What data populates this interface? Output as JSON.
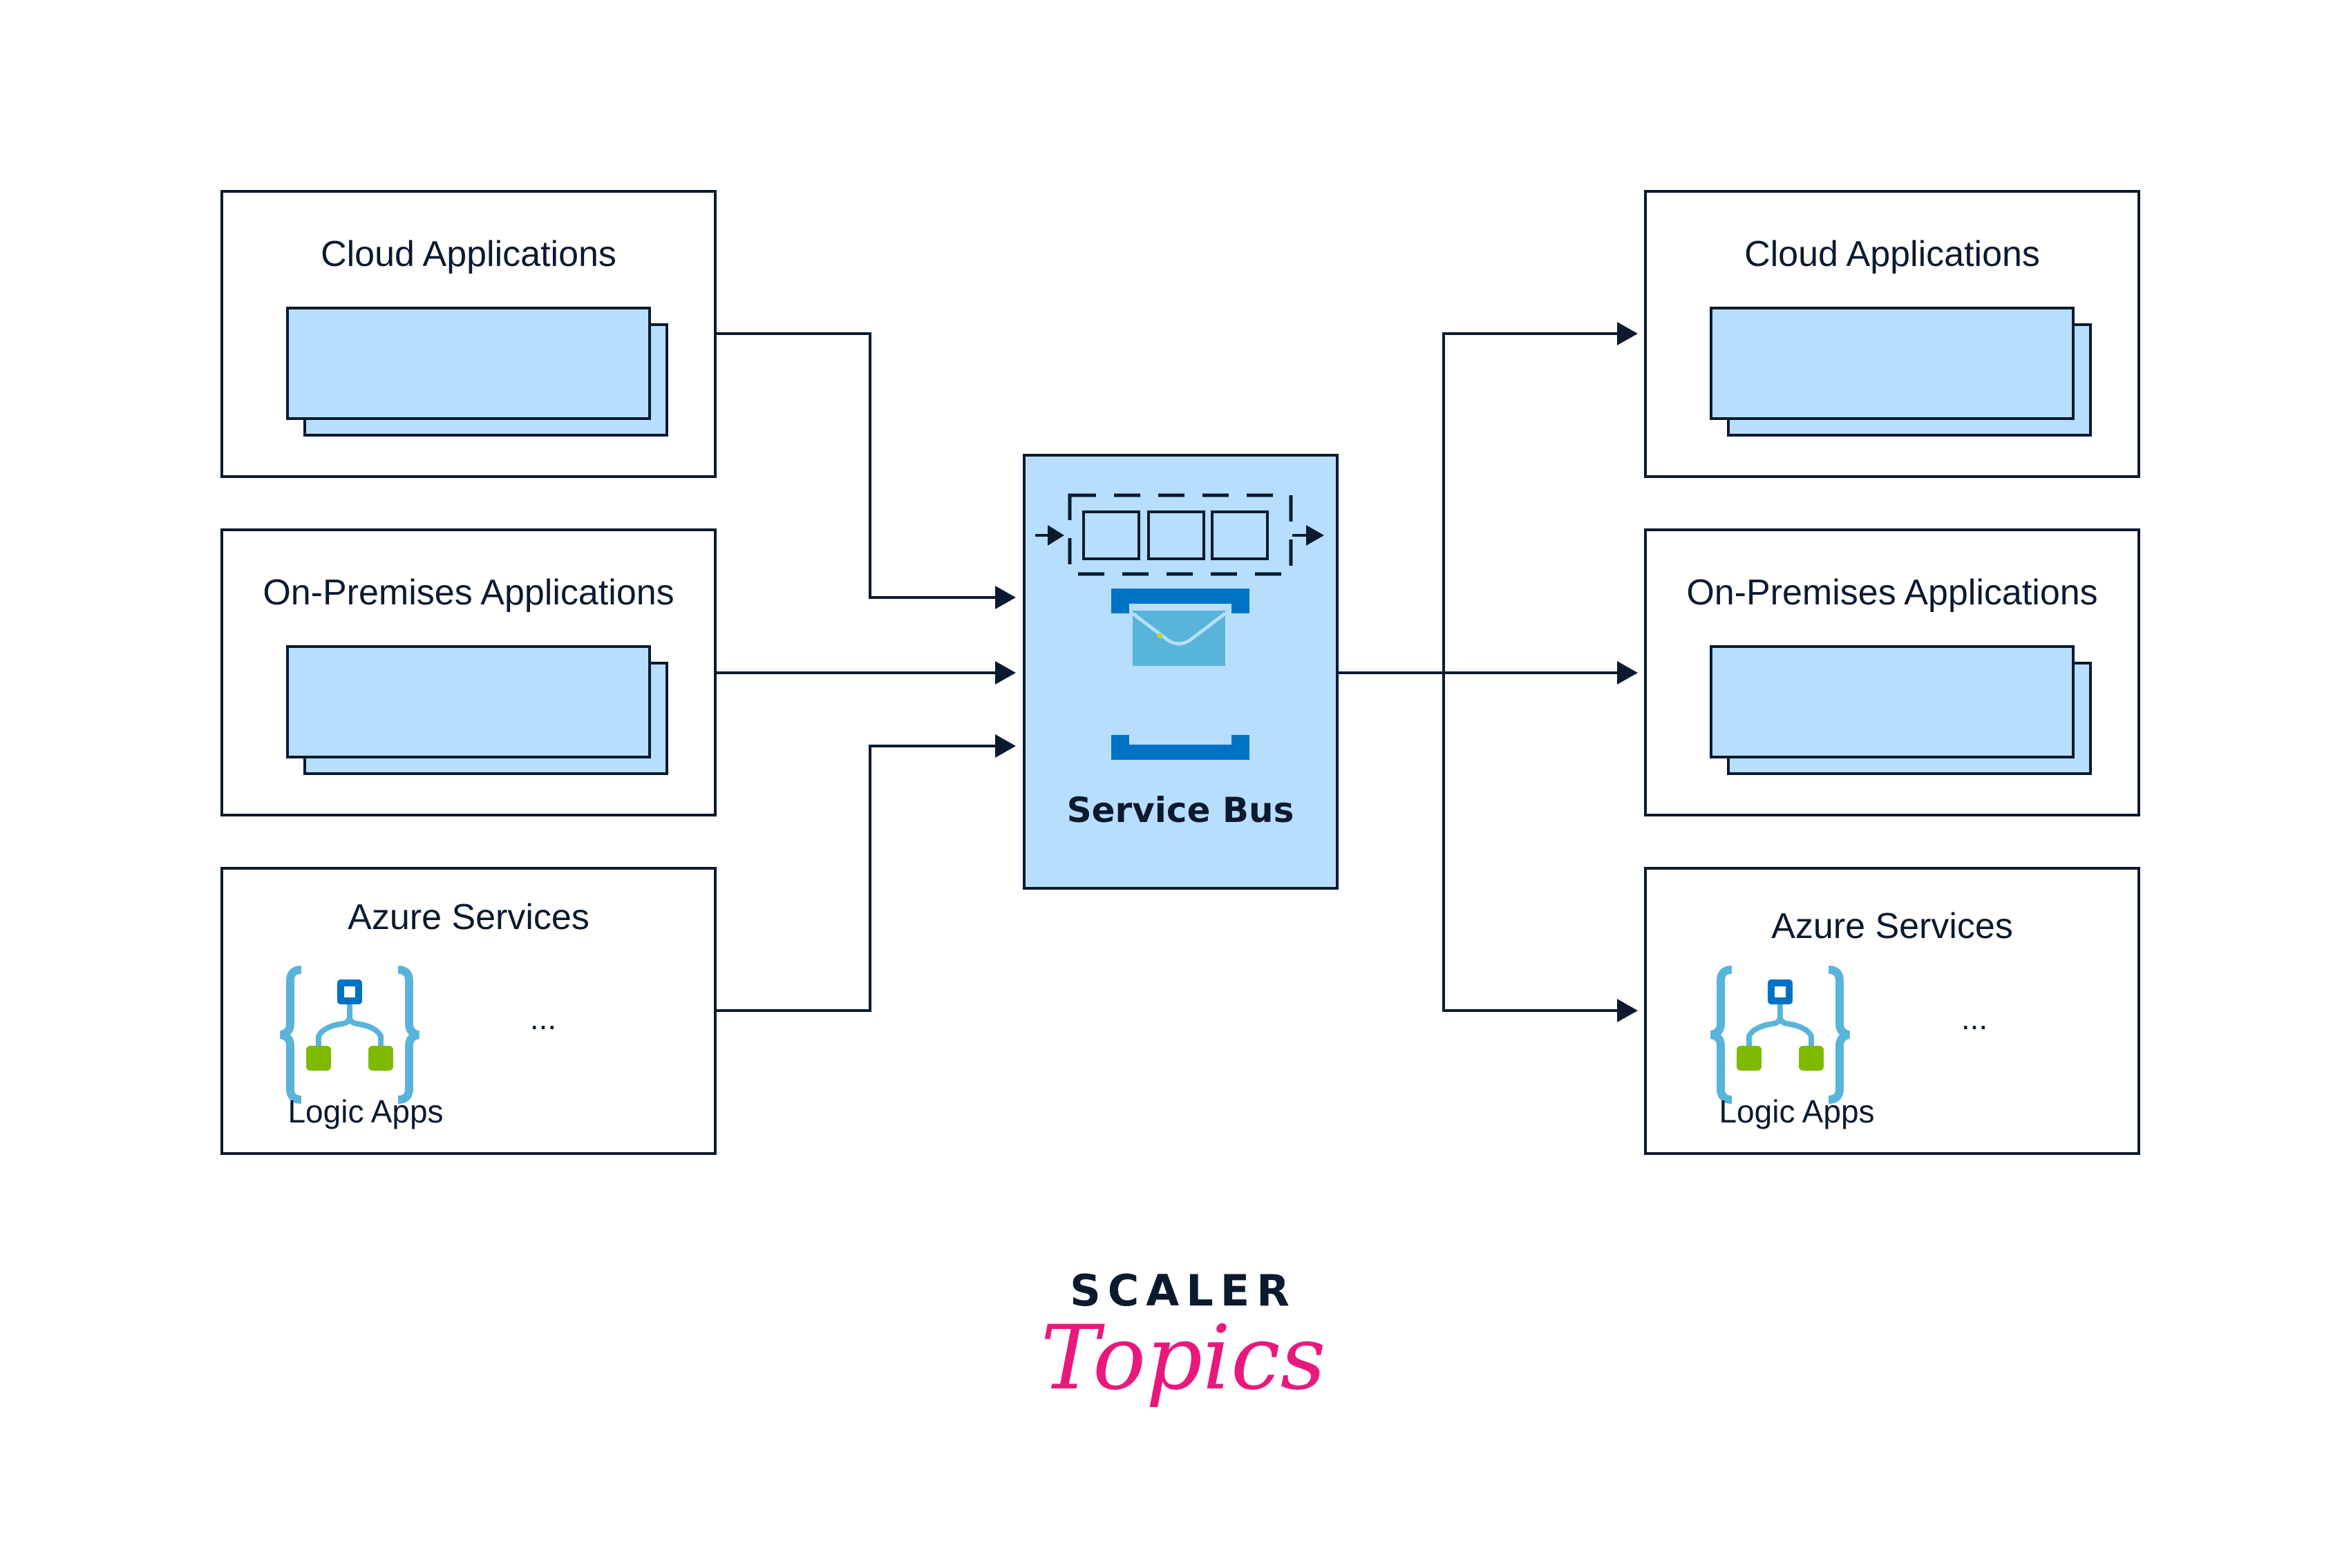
{
  "diagram": {
    "title": "Azure Service Bus architecture",
    "sources": [
      {
        "label": "Cloud Applications",
        "kind": "app-stack"
      },
      {
        "label": "On-Premises Applications",
        "kind": "app-stack"
      },
      {
        "label": "Azure Services",
        "kind": "services",
        "service_label": "Logic Apps",
        "more": "..."
      }
    ],
    "hub": {
      "label": "Service Bus",
      "queue_slots": 3
    },
    "targets": [
      {
        "label": "Cloud Applications",
        "kind": "app-stack"
      },
      {
        "label": "On-Premises Applications",
        "kind": "app-stack"
      },
      {
        "label": "Azure Services",
        "kind": "services",
        "service_label": "Logic Apps",
        "more": "..."
      }
    ],
    "colors": {
      "stroke": "#0b1a2e",
      "app_fill": "#b8defd",
      "bus_icon_dark": "#0072c6",
      "bus_icon_light": "#59b4d9",
      "logic_green": "#7fba00",
      "brand_pink": "#e8197c"
    }
  },
  "logo": {
    "line1": "SCALER",
    "line2": "Topics"
  }
}
